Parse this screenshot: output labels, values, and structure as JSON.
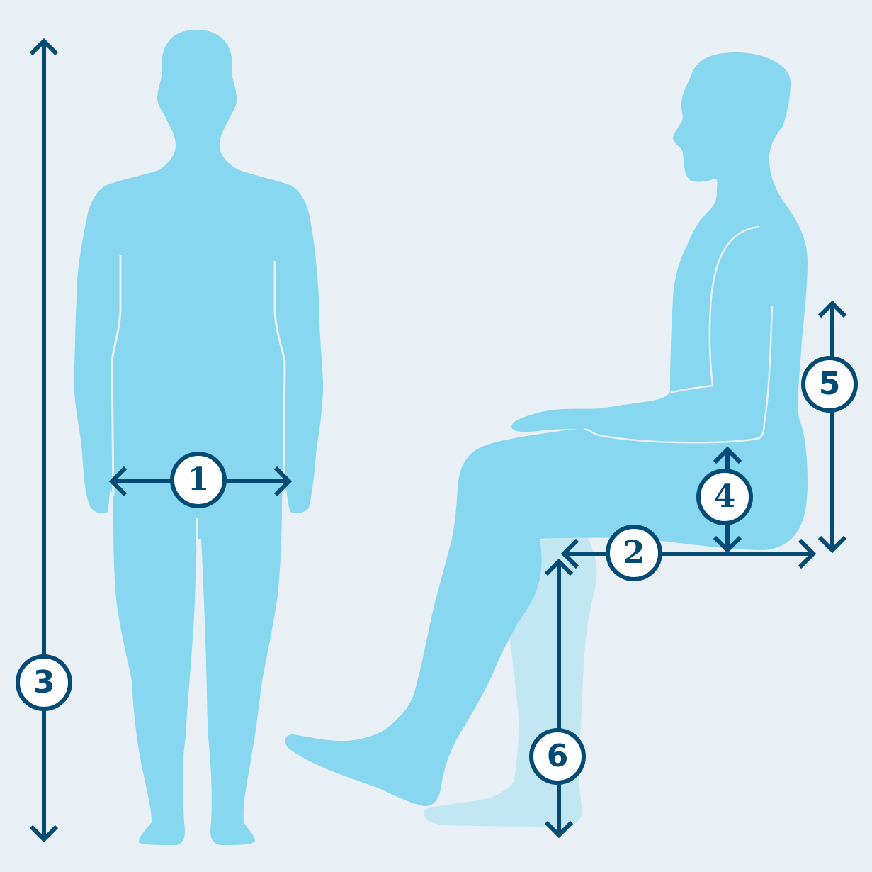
{
  "colors": {
    "background": "#e8f0f5",
    "body": "#87d7f0",
    "body_shadow": "#c2e6f2",
    "arrow": "#034b75",
    "badge_fill": "#ffffff"
  },
  "figures": {
    "standing": "standing-person-front-view",
    "seated": "seated-person-side-view"
  },
  "measurements": [
    {
      "id": "1",
      "label": "1",
      "orientation": "horizontal",
      "location": "hip width (standing)"
    },
    {
      "id": "2",
      "label": "2",
      "orientation": "horizontal",
      "location": "seat depth (buttock to back of knee)"
    },
    {
      "id": "3",
      "label": "3",
      "orientation": "vertical",
      "location": "full standing height"
    },
    {
      "id": "4",
      "label": "4",
      "orientation": "vertical",
      "location": "thigh thickness"
    },
    {
      "id": "5",
      "label": "5",
      "orientation": "vertical",
      "location": "seat to elbow height"
    },
    {
      "id": "6",
      "label": "6",
      "orientation": "vertical",
      "location": "floor to back of knee height"
    }
  ]
}
